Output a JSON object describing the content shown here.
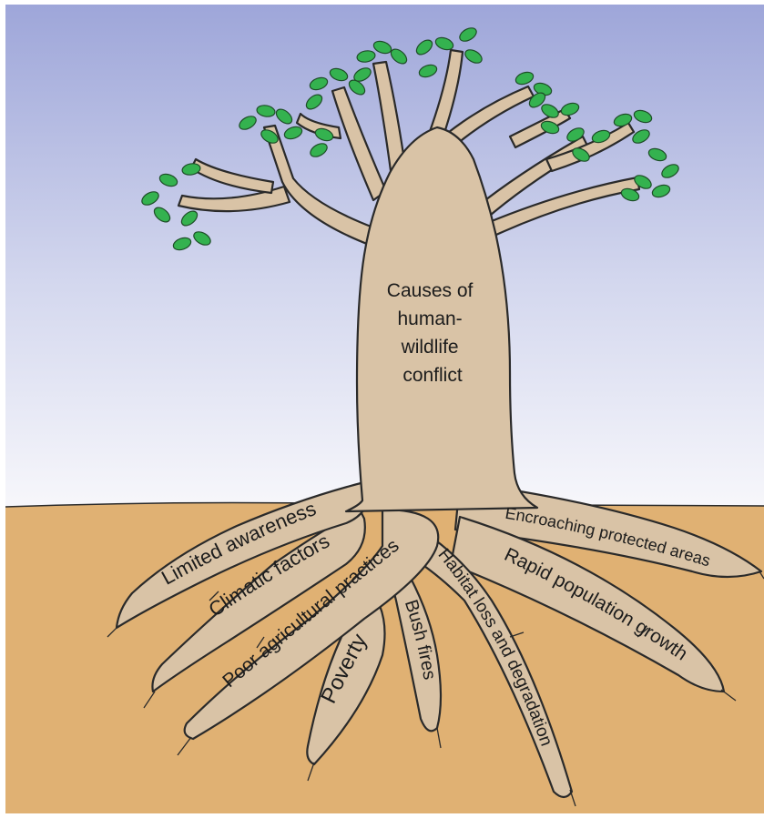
{
  "diagram": {
    "trunk_label": [
      "Causes of",
      "human-",
      "wildlife",
      "conflict"
    ],
    "roots": [
      {
        "id": "limited-awareness",
        "label": "Limited awareness"
      },
      {
        "id": "climatic-factors",
        "label": "Climatic factors"
      },
      {
        "id": "poor-agricultural-practices",
        "label": "Poor agricultural practices"
      },
      {
        "id": "poverty",
        "label": "Poverty"
      },
      {
        "id": "bush-fires",
        "label": "Bush fires"
      },
      {
        "id": "habitat-loss",
        "label": "Habitat loss and degradation"
      },
      {
        "id": "rapid-population-growth",
        "label": "Rapid population growth"
      },
      {
        "id": "encroaching-protected-areas",
        "label": "Encroaching protected areas"
      }
    ]
  },
  "colors": {
    "sky_top": "#9ea6d9",
    "sky_bottom": "#f7f7fb",
    "ground": "#e0b173",
    "trunk": "#d9c3a6",
    "outline": "#2a2a2a",
    "leaf": "#34b24f"
  }
}
